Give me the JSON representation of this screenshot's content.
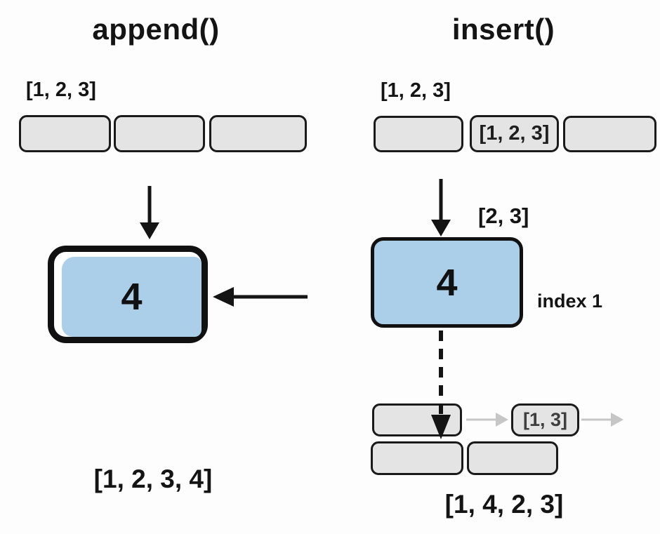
{
  "append": {
    "title": "append()",
    "input_label": "[1, 2, 3]",
    "value": "4",
    "result_label": "[1, 2, 3, 4]"
  },
  "insert": {
    "title": "insert()",
    "input_label": "[1, 2, 3]",
    "list_cell_value": "[1, 2, 3]",
    "tail_label": "[2, 3]",
    "value": "4",
    "index_label": "index 1",
    "shifted_value": "[1, 3]",
    "result_label": "[1, 4, 2, 3]"
  },
  "colors": {
    "background": "#fdfdfd",
    "cell_fill": "#e4e4e4",
    "cell_border": "#1a1a1a",
    "value_fill": "#abcfe9",
    "arrow_black": "#141414",
    "arrow_gray": "#c6c6c6",
    "shifted_text": "#3e3e3e"
  }
}
